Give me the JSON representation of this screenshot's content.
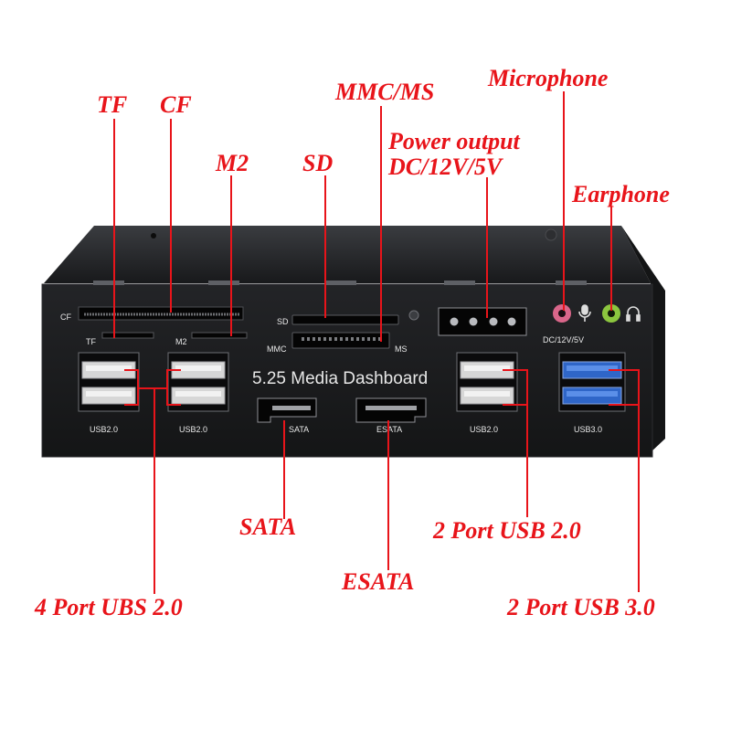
{
  "callouts": {
    "tf": "TF",
    "cf": "CF",
    "mmc_ms": "MMC/MS",
    "microphone": "Microphone",
    "m2": "M2",
    "sd": "SD",
    "power_output_1": "Power output",
    "power_output_2": "DC/12V/5V",
    "earphone": "Earphone",
    "sata": "SATA",
    "usb20_2port": "2 Port USB 2.0",
    "esata": "ESATA",
    "usb20_4port": "4 Port UBS 2.0",
    "usb30_2port": "2 Port USB 3.0"
  },
  "panel": {
    "title": "5.25 Media Dashboard",
    "labels": {
      "cf": "CF",
      "tf": "TF",
      "m2": "M2",
      "sd": "SD",
      "mmc": "MMC",
      "ms": "MS",
      "dc": "DC/12V/5V",
      "usb2_a": "USB2.0",
      "usb2_b": "USB2.0",
      "usb2_c": "USB2.0",
      "usb3": "USB3.0",
      "sata": "SATA",
      "esata": "ESATA"
    }
  },
  "colors": {
    "callout": "#e8141a",
    "panel": "#1b1c1e",
    "usb2_port": "#dcdcdc",
    "usb3_port": "#2f66c8",
    "mic_jack": "#d9668a",
    "earphone_jack": "#8cc63f"
  },
  "icons": [
    "microphone-icon",
    "headphone-icon"
  ]
}
